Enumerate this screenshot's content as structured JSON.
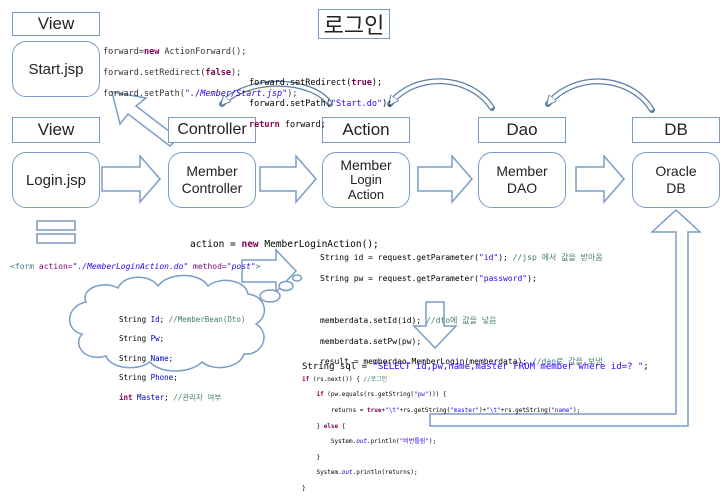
{
  "title": "로그인",
  "headers": {
    "view_top": "View",
    "view": "View",
    "controller": "Controller",
    "action": "Action",
    "dao": "Dao",
    "db": "DB"
  },
  "boxes": {
    "start_jsp": "Start.jsp",
    "login_jsp": "Login.jsp",
    "member_controller": [
      "Member",
      "Controller"
    ],
    "member_login_action": [
      "Member",
      "Login",
      "Action"
    ],
    "member_dao": [
      "Member",
      "DAO"
    ],
    "oracle_db": [
      "Oracle",
      "DB"
    ]
  },
  "code_forward": {
    "l1a": "forward=",
    "l1kw": "new",
    "l1b": " ActionForward();",
    "l2a": "forward.setRedirect(",
    "l2kw": "false",
    "l2b": ");",
    "l3a": "forward.setPath(",
    "l3s": "\"./Member/Start.jsp\"",
    "l3b": ");"
  },
  "code_redirect": {
    "l1a": "forward.setRedirect(",
    "l1kw": "true",
    "l1b": ");",
    "l2a": "forward.setPath(",
    "l2s": "\"Start.do\"",
    "l2b": ");",
    "l3kw": "return",
    "l3b": " forward;"
  },
  "code_action": {
    "a": "action = ",
    "kw": "new",
    "b": " MemberLoginAction();"
  },
  "code_form": {
    "tag": "<form ",
    "attr1": "action=",
    "val1": "\"./MemberLoginAction.do\"",
    "attr2": " method=",
    "val2": "\"post\"",
    "end": ">"
  },
  "code_params": {
    "l1a": "String id = request.getParameter(",
    "l1s": "\"id\"",
    "l1b": "); ",
    "l1c": "//jsp 에서 값을 받아옴",
    "l2a": "String pw = request.getParameter(",
    "l2s": "\"password\"",
    "l2b": ");",
    "l3a": "memberdata.setId(id); ",
    "l3c": "//dto에 값을 넣음",
    "l4": "memberdata.setPw(pw);",
    "l5a": "result = memberdao.MemberLogin(memberdata); ",
    "l5c": "//dao로 값을 보냄"
  },
  "code_cloud": {
    "l1a": "String ",
    "l1f": "Id",
    "l1b": "; ",
    "l1c": "//MemberBean(Dto)",
    "l2a": "String ",
    "l2f": "Pw",
    "l2b": ";",
    "l3a": "String ",
    "l3f": "Name",
    "l3b": ";",
    "l4a": "String ",
    "l4f": "Phone",
    "l4b": ";",
    "l5kw": "int",
    "l5f": " Master",
    "l5b": "; ",
    "l5c": "//관리자 여부"
  },
  "code_sql": {
    "a": "String sql = ",
    "s": "\"SELECT id,pw,name,master FROM member where id=? \"",
    "b": ";"
  },
  "code_rs": {
    "l1kw": "if",
    "l1a": " (rs.next()) { ",
    "l1c": "//로그인",
    "l2kw": "if",
    "l2a": " (pw.equals(rs.getString(",
    "l2s": "\"pw\"",
    "l2b": "))) {",
    "l3a": "returns = ",
    "l3kw": "true",
    "l3b": "+",
    "l3s1": "\"\\t\"",
    "l3c": "+rs.getString(",
    "l3s2": "\"master\"",
    "l3d": ")+",
    "l3s3": "\"\\t\"",
    "l3e": "+rs.getString(",
    "l3s4": "\"name\"",
    "l3f": ");",
    "l4a": "} ",
    "l4kw": "else",
    "l4b": " {",
    "l5a": "System.",
    "l5f": "out",
    "l5b": ".println(",
    "l5s": "\"비번틀림\"",
    "l5c": ");",
    "l6": "}",
    "l7a": "System.",
    "l7f": "out",
    "l7b": ".println(returns);",
    "l8": "}"
  },
  "colors": {
    "border": "#7a9dc6",
    "arrow_fill": "#ffffff"
  }
}
